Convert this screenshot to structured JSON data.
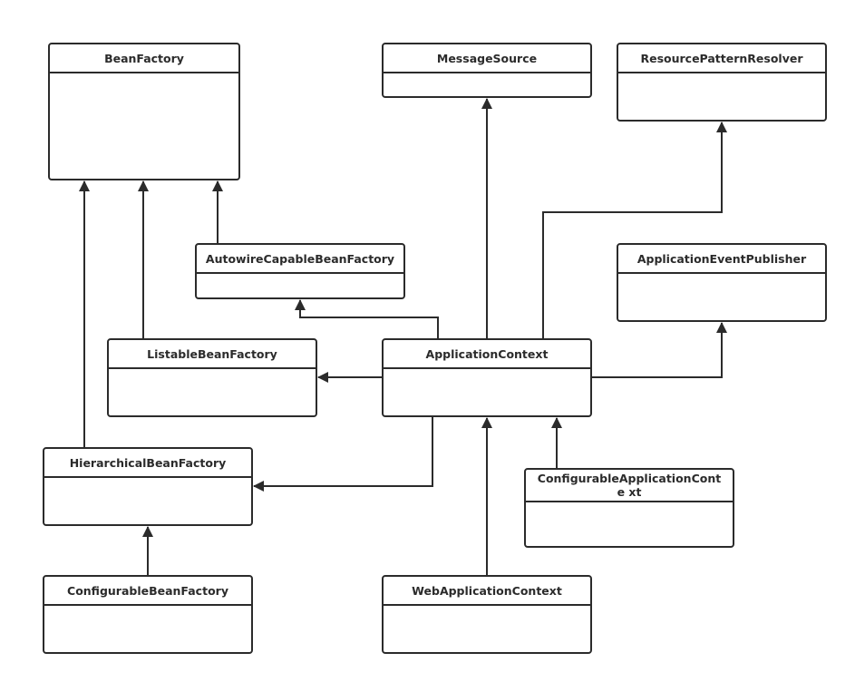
{
  "diagram": {
    "type": "uml-class-diagram",
    "classes": {
      "BeanFactory": {
        "label": "BeanFactory"
      },
      "MessageSource": {
        "label": "MessageSource"
      },
      "ResourcePatternResolver": {
        "label": "ResourcePatternResolver"
      },
      "AutowireCapableBeanFactory": {
        "label": "AutowireCapableBeanFactory"
      },
      "ApplicationEventPublisher": {
        "label": "ApplicationEventPublisher"
      },
      "ListableBeanFactory": {
        "label": "ListableBeanFactory"
      },
      "ApplicationContext": {
        "label": "ApplicationContext"
      },
      "HierarchicalBeanFactory": {
        "label": "HierarchicalBeanFactory"
      },
      "ConfigurableApplicationContext": {
        "label": "ConfigurableApplicationConte xt"
      },
      "ConfigurableBeanFactory": {
        "label": "ConfigurableBeanFactory"
      },
      "WebApplicationContext": {
        "label": "WebApplicationContext"
      }
    },
    "relations": [
      {
        "from": "HierarchicalBeanFactory",
        "to": "BeanFactory"
      },
      {
        "from": "ListableBeanFactory",
        "to": "BeanFactory"
      },
      {
        "from": "AutowireCapableBeanFactory",
        "to": "BeanFactory"
      },
      {
        "from": "ApplicationContext",
        "to": "MessageSource"
      },
      {
        "from": "ApplicationContext",
        "to": "ResourcePatternResolver"
      },
      {
        "from": "ApplicationContext",
        "to": "AutowireCapableBeanFactory"
      },
      {
        "from": "ApplicationContext",
        "to": "ListableBeanFactory"
      },
      {
        "from": "ApplicationContext",
        "to": "ApplicationEventPublisher"
      },
      {
        "from": "ApplicationContext",
        "to": "HierarchicalBeanFactory"
      },
      {
        "from": "ConfigurableApplicationContext",
        "to": "ApplicationContext"
      },
      {
        "from": "WebApplicationContext",
        "to": "ApplicationContext"
      },
      {
        "from": "ConfigurableBeanFactory",
        "to": "HierarchicalBeanFactory"
      }
    ]
  }
}
